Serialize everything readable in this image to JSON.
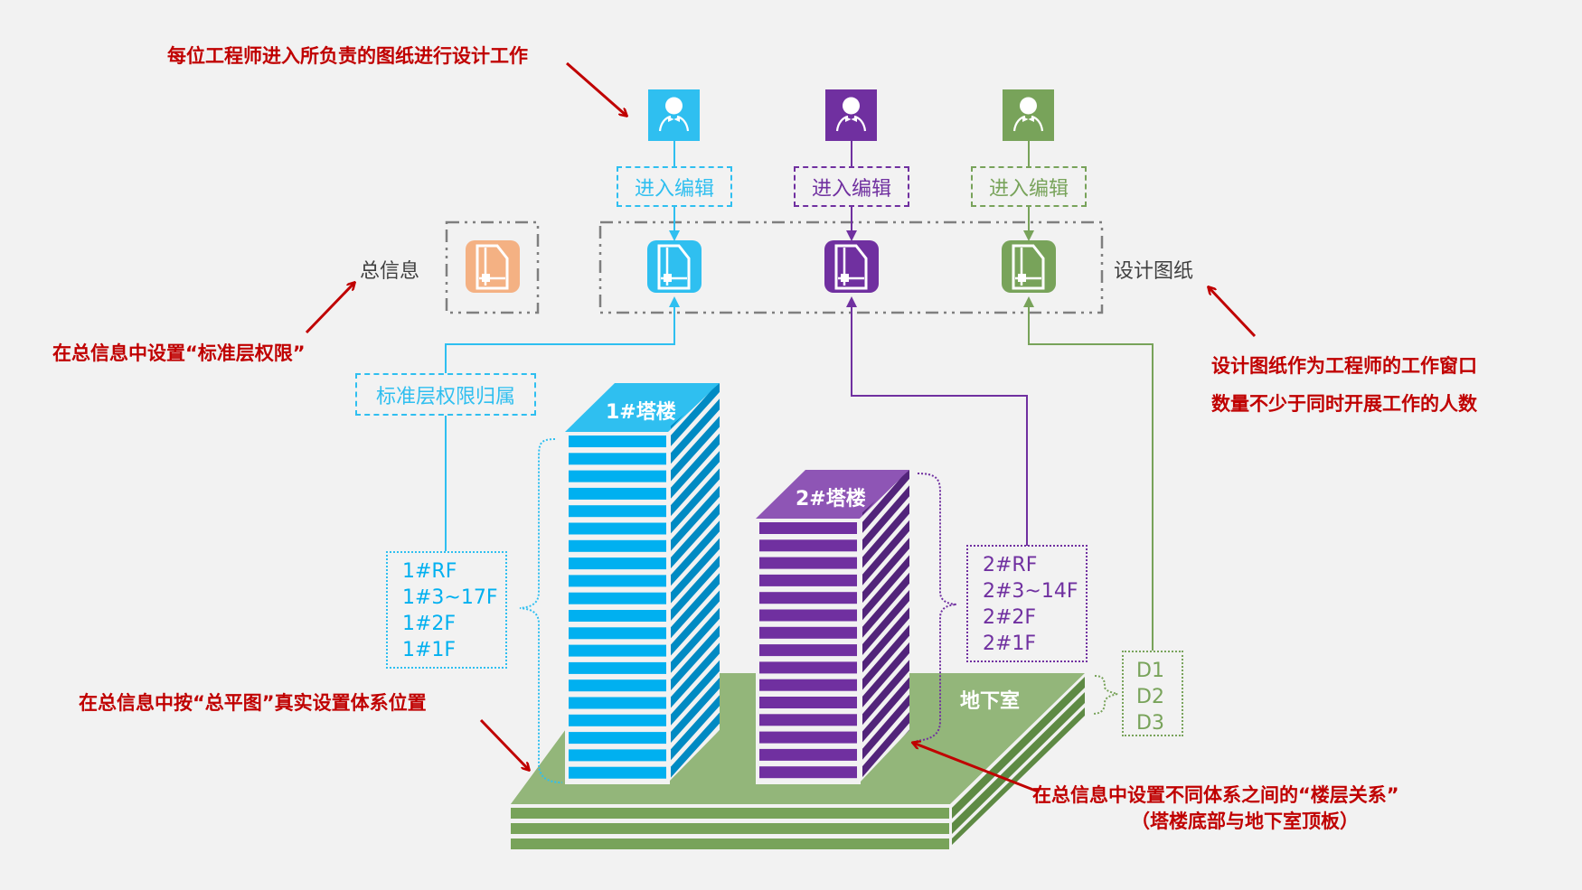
{
  "colors": {
    "cyan": "#2fbff0",
    "cyan_dark": "#008ac3",
    "purple": "#7030a0",
    "purple_dark": "#52247a",
    "purple_top": "#8e55b5",
    "green": "#78a35a",
    "green_top": "#93b67a",
    "green_dark": "#5e8a44",
    "orange": "#f4b183",
    "red": "#c00000",
    "gray_border": "#7f7f7f",
    "background": "#f2f2f2"
  },
  "annotations": {
    "engineers_enter": "每位工程师进入所负责的图纸进行设计工作",
    "set_std_floor": "在总信息中设置“标准层权限”",
    "drawing_window_1": "设计图纸作为工程师的工作窗口",
    "drawing_window_2": "数量不少于同时开展工作的人数",
    "set_position": "在总信息中按“总平图”真实设置体系位置",
    "floor_relation_1": "在总信息中设置不同体系之间的“楼层关系”",
    "floor_relation_2": "（塔楼底部与地下室顶板）"
  },
  "labels": {
    "general_info": "总信息",
    "design_drawings": "设计图纸",
    "enter_edit": "进入编辑",
    "std_floor_owner": "标准层权限归属",
    "basement": "地下室"
  },
  "engineers": [
    {
      "name": "engineer-1",
      "color": "cyan",
      "icon": "user-icon"
    },
    {
      "name": "engineer-2",
      "color": "purple",
      "icon": "user-icon"
    },
    {
      "name": "engineer-3",
      "color": "green",
      "icon": "user-icon"
    }
  ],
  "drawings": [
    {
      "name": "general-info-drawing",
      "color": "orange",
      "icon": "drawing-file-icon"
    },
    {
      "name": "tower1-drawing",
      "color": "cyan",
      "icon": "drawing-file-icon"
    },
    {
      "name": "tower2-drawing",
      "color": "purple",
      "icon": "drawing-file-icon"
    },
    {
      "name": "basement-drawing",
      "color": "green",
      "icon": "drawing-file-icon"
    }
  ],
  "towers": [
    {
      "title": "1#塔楼",
      "floors": [
        "1#RF",
        "1#3~17F",
        "1#2F",
        "1#1F"
      ]
    },
    {
      "title": "2#塔楼",
      "floors": [
        "2#RF",
        "2#3~14F",
        "2#2F",
        "2#1F"
      ]
    }
  ],
  "basement_floors": [
    "D1",
    "D2",
    "D3"
  ]
}
